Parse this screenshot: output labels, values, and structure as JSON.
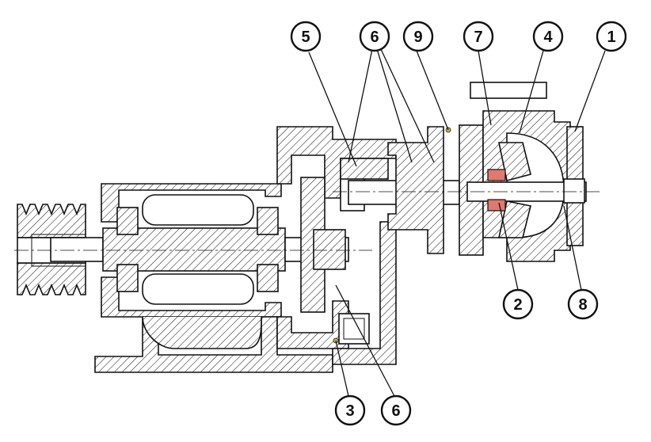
{
  "callouts": [
    {
      "id": "c5a",
      "label": "5"
    },
    {
      "id": "c6a",
      "label": "6"
    },
    {
      "id": "c9",
      "label": "9"
    },
    {
      "id": "c7",
      "label": "7"
    },
    {
      "id": "c4",
      "label": "4"
    },
    {
      "id": "c1",
      "label": "1"
    },
    {
      "id": "c2",
      "label": "2"
    },
    {
      "id": "c8",
      "label": "8"
    },
    {
      "id": "c3",
      "label": "3"
    },
    {
      "id": "c6b",
      "label": "6"
    }
  ],
  "colors": {
    "line": "#111111",
    "seal_accent": "#e07a6e",
    "marker_dot": "#c9b84a"
  }
}
